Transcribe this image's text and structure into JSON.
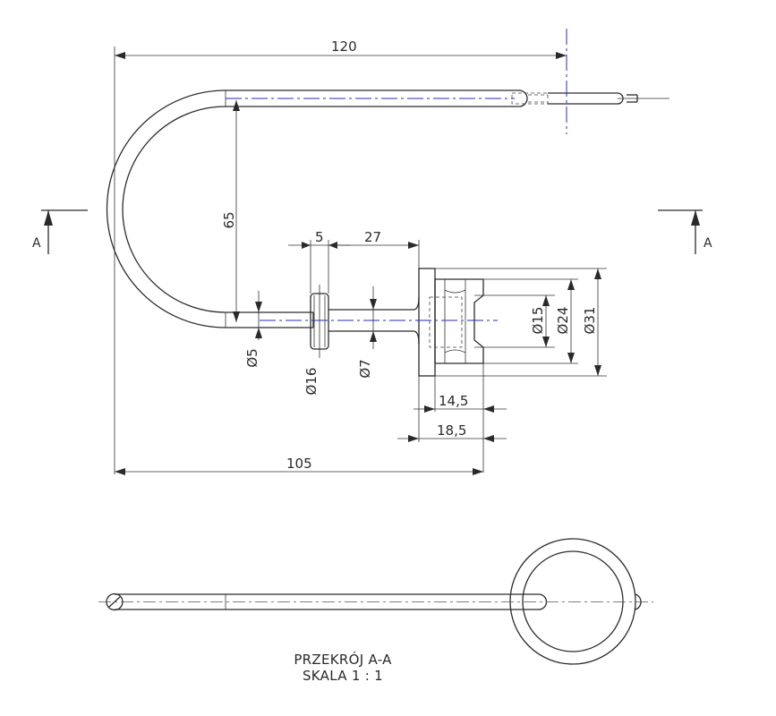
{
  "dimensions": {
    "overall_length": "120",
    "bend_height": "65",
    "collar_width": "5",
    "shaft_length": "27",
    "pin_diameter": "Ø5",
    "collar_diameter": "Ø16",
    "shaft_diameter": "Ø7",
    "groove_diameter": "Ø15",
    "knob_diameter": "Ø24",
    "flange_diameter": "Ø31",
    "knob_length": "14,5",
    "flange_to_end": "18,5",
    "base_length": "105"
  },
  "section_marks": {
    "left": "A",
    "right": "A"
  },
  "view_title": {
    "line1": "PRZEKRÓJ A-A",
    "line2": "SKALA 1 : 1"
  }
}
